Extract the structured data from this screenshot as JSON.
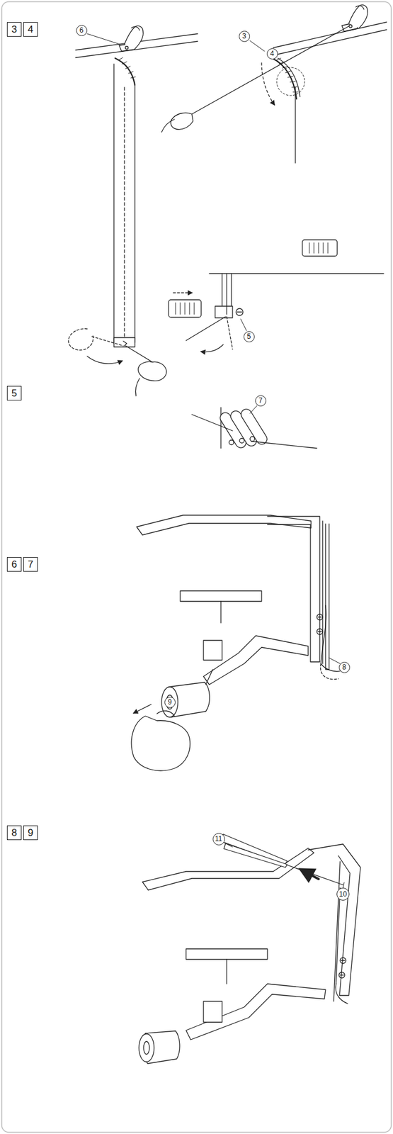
{
  "diagram": {
    "nodes": [
      {
        "text": [
          "3"
        ]
      },
      {
        "text": [
          "4"
        ]
      },
      {
        "text": [
          "5"
        ]
      },
      {
        "text": [
          "6"
        ]
      },
      {
        "text": [
          "7"
        ]
      },
      {
        "text": [
          "8"
        ]
      },
      {
        "text": [
          "9"
        ]
      }
    ],
    "labels": [
      "6",
      "3",
      "4",
      "5",
      "7",
      "8",
      "9",
      "11",
      "10"
    ]
  }
}
